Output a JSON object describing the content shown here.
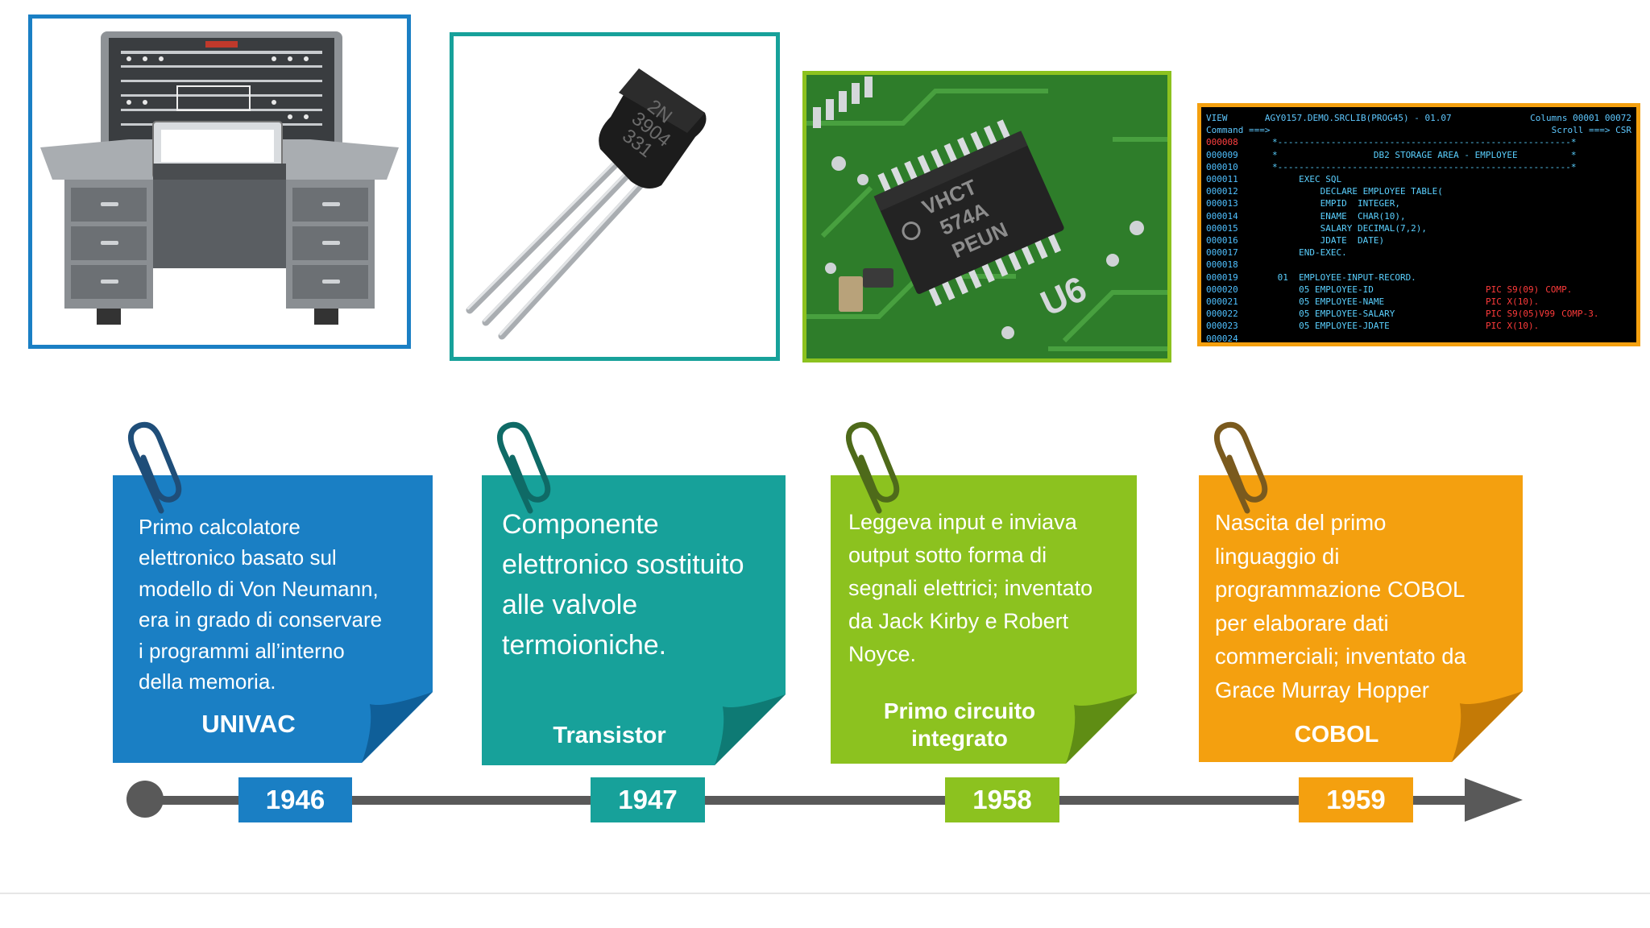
{
  "images": {
    "transistor_marking": [
      "2N",
      "3904",
      "331"
    ],
    "chip_marking": [
      "VHCT",
      "574A",
      "PEUN"
    ],
    "board_text": "U6",
    "terminal": {
      "header_left": "VIEW       AGY0157.DEMO.SRCLIB(PROG45) - 01.07",
      "header_right": "Columns 00001 00072",
      "command_left": "Command ===>",
      "command_right": "Scroll ===> CSR",
      "lines": [
        {
          "num": "000008",
          "code": "*-------------------------------------------------------*"
        },
        {
          "num": "000009",
          "code": "*                  DB2 STORAGE AREA - EMPLOYEE          *"
        },
        {
          "num": "000010",
          "code": "*-------------------------------------------------------*"
        },
        {
          "num": "000011",
          "code": "     EXEC SQL"
        },
        {
          "num": "000012",
          "code": "         DECLARE EMPLOYEE TABLE("
        },
        {
          "num": "000013",
          "code": "         EMPID  INTEGER,"
        },
        {
          "num": "000014",
          "code": "         ENAME  CHAR(10),"
        },
        {
          "num": "000015",
          "code": "         SALARY DECIMAL(7,2),"
        },
        {
          "num": "000016",
          "code": "         JDATE  DATE)"
        },
        {
          "num": "000017",
          "code": "     END-EXEC."
        },
        {
          "num": "000018",
          "code": ""
        },
        {
          "num": "000019",
          "code": " 01  EMPLOYEE-INPUT-RECORD."
        },
        {
          "num": "000020",
          "code": "     05 EMPLOYEE-ID",
          "pic": "PIC S9(09)",
          "extra": "COMP."
        },
        {
          "num": "000021",
          "code": "     05 EMPLOYEE-NAME",
          "pic": "PIC X(10).",
          "extra": ""
        },
        {
          "num": "000022",
          "code": "     05 EMPLOYEE-SALARY",
          "pic": "PIC S9(05)V99",
          "extra": "COMP-3."
        },
        {
          "num": "000023",
          "code": "     05 EMPLOYEE-JDATE",
          "pic": "PIC X(10).",
          "extra": ""
        },
        {
          "num": "000024",
          "code": ""
        }
      ]
    }
  },
  "cards": [
    {
      "text": [
        "Primo calcolatore",
        "elettronico basato sul",
        "modello di Von Neumann,",
        "era in grado di conservare",
        "i programmi all’interno",
        "della memoria."
      ],
      "title": [
        "UNIVAC"
      ],
      "year": "1946",
      "color": "#1a7fc4",
      "fold": "#0f5f99",
      "clip": "#1f4e79"
    },
    {
      "text": [
        "Componente",
        "elettronico sostituito",
        "alle valvole",
        "termoioniche."
      ],
      "title": [
        "Transistor"
      ],
      "year": "1947",
      "color": "#17a19a",
      "fold": "#0e7a74",
      "clip": "#0f6a66"
    },
    {
      "text": [
        "Leggeva input e inviava",
        "output sotto forma di",
        "segnali elettrici; inventato",
        "da Jack Kirby e Robert",
        "Noyce."
      ],
      "title": [
        "Primo circuito",
        "integrato"
      ],
      "year": "1958",
      "color": "#8cc21f",
      "fold": "#5f8d14",
      "clip": "#4e6a1a"
    },
    {
      "text": [
        "Nascita del primo",
        "linguaggio di",
        "programmazione COBOL",
        "per elaborare dati",
        "commerciali;  inventato da",
        "Grace Murray Hopper"
      ],
      "title": [
        "COBOL"
      ],
      "year": "1959",
      "color": "#f4a00f",
      "fold": "#c47a06",
      "clip": "#7a5a1e"
    }
  ]
}
